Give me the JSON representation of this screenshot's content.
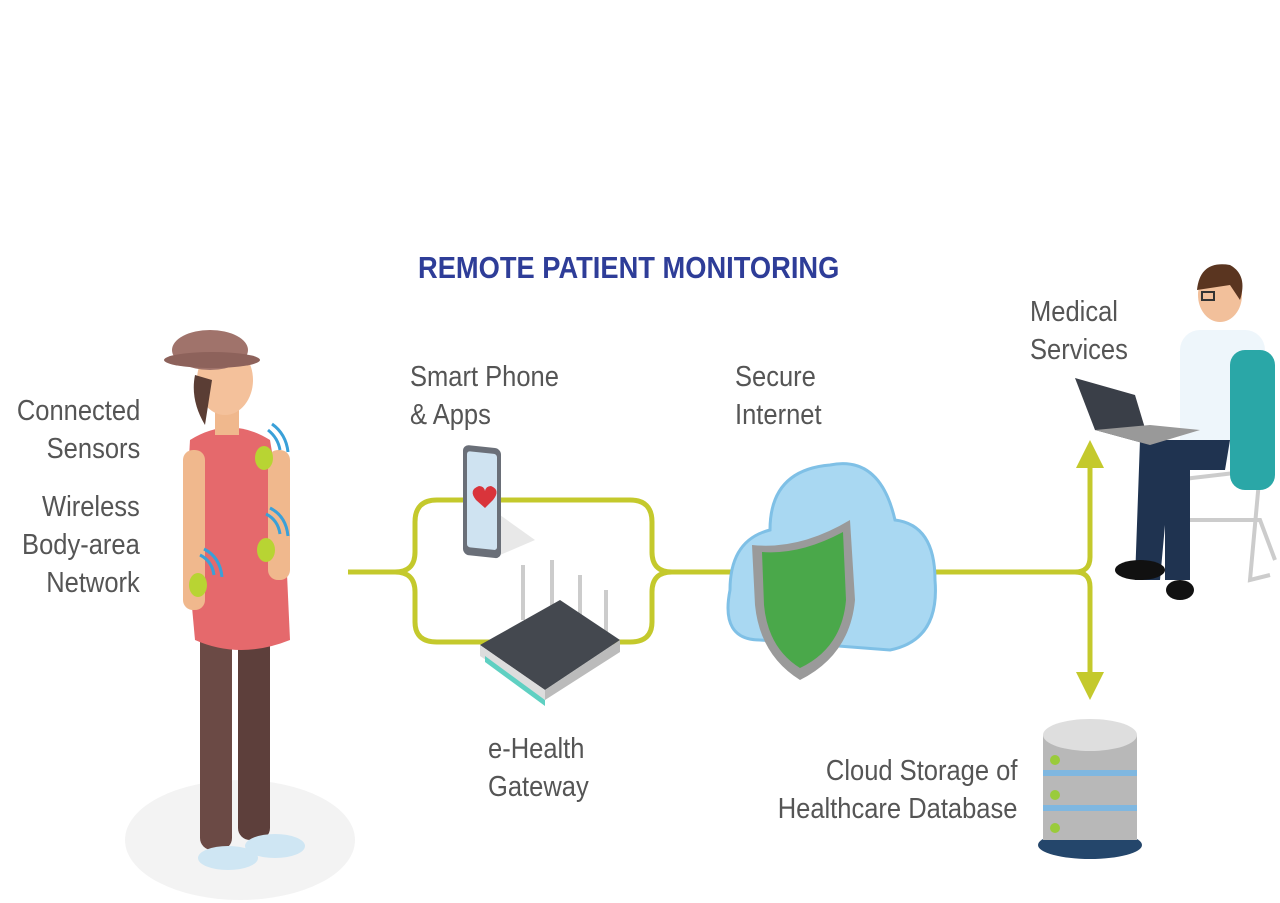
{
  "title": "REMOTE PATIENT MONITORING",
  "labels": {
    "connected_sensors": [
      "Connected",
      "Sensors"
    ],
    "wireless_ban": [
      "Wireless",
      "Body-area",
      "Network"
    ],
    "smart_phone": [
      "Smart Phone",
      "& Apps"
    ],
    "secure_internet": [
      "Secure",
      "Internet"
    ],
    "medical_services": [
      "Medical",
      "Services"
    ],
    "gateway": [
      "e-Health",
      "Gateway"
    ],
    "cloud_storage": [
      "Cloud Storage of",
      "Healthcare Database"
    ]
  },
  "colors": {
    "title": "#2e3d98",
    "text": "#555555",
    "connector": "#c4c92c"
  }
}
